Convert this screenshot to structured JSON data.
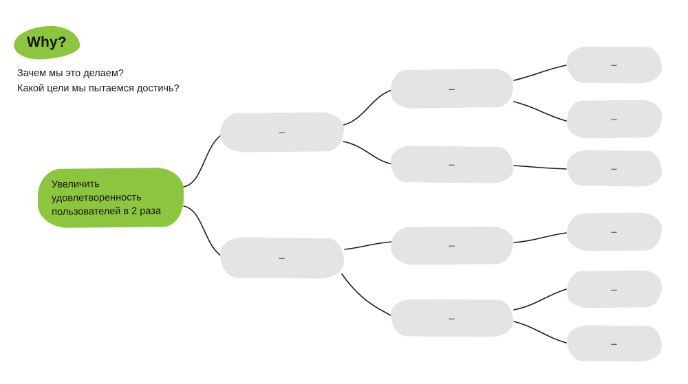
{
  "header": {
    "title": "Why?",
    "subtitle_line1": "Зачем мы это делаем?",
    "subtitle_line2": "Какой цели мы пытаемся достичь?"
  },
  "root": {
    "label": "Увеличить удовлетворенность пользователей в 2 раза"
  },
  "nodes": {
    "level2": [
      "–",
      "–"
    ],
    "level3": [
      "–",
      "–",
      "–",
      "–"
    ],
    "level4": [
      "–",
      "–",
      "–",
      "–",
      "–",
      "–"
    ]
  },
  "colors": {
    "accent_green": "#8cc63e",
    "node_gray": "#e4e4e4",
    "connector": "#1a1a1a",
    "text": "#1a1a1a"
  }
}
